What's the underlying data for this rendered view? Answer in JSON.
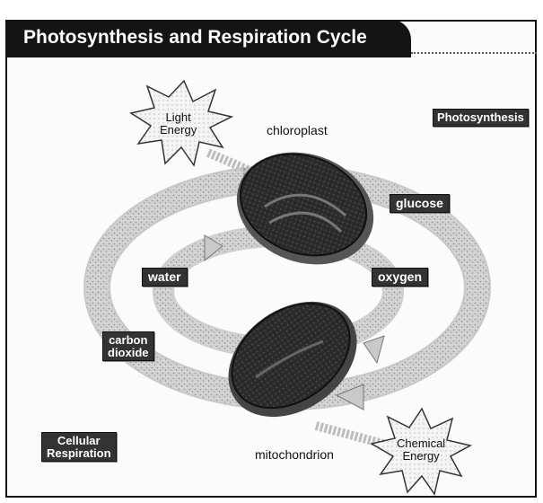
{
  "title": "Photosynthesis and Respiration Cycle",
  "organelles": {
    "chloroplast": "chloroplast",
    "mitochondrion": "mitochondrion"
  },
  "energy": {
    "light": [
      "Light",
      "Energy"
    ],
    "chemical": [
      "Chemical",
      "Energy"
    ]
  },
  "processes": {
    "photosynthesis": "Photosynthesis",
    "cellular_respiration": [
      "Cellular",
      "Respiration"
    ]
  },
  "molecules": {
    "glucose": "glucose",
    "water": "water",
    "oxygen": "oxygen",
    "carbon_dioxide": [
      "carbon",
      "dioxide"
    ]
  },
  "colors": {
    "title_bar": "#141414",
    "label_box": "#333333",
    "arrow": "#c9c9c9",
    "organelle": "#3a3a3a"
  }
}
